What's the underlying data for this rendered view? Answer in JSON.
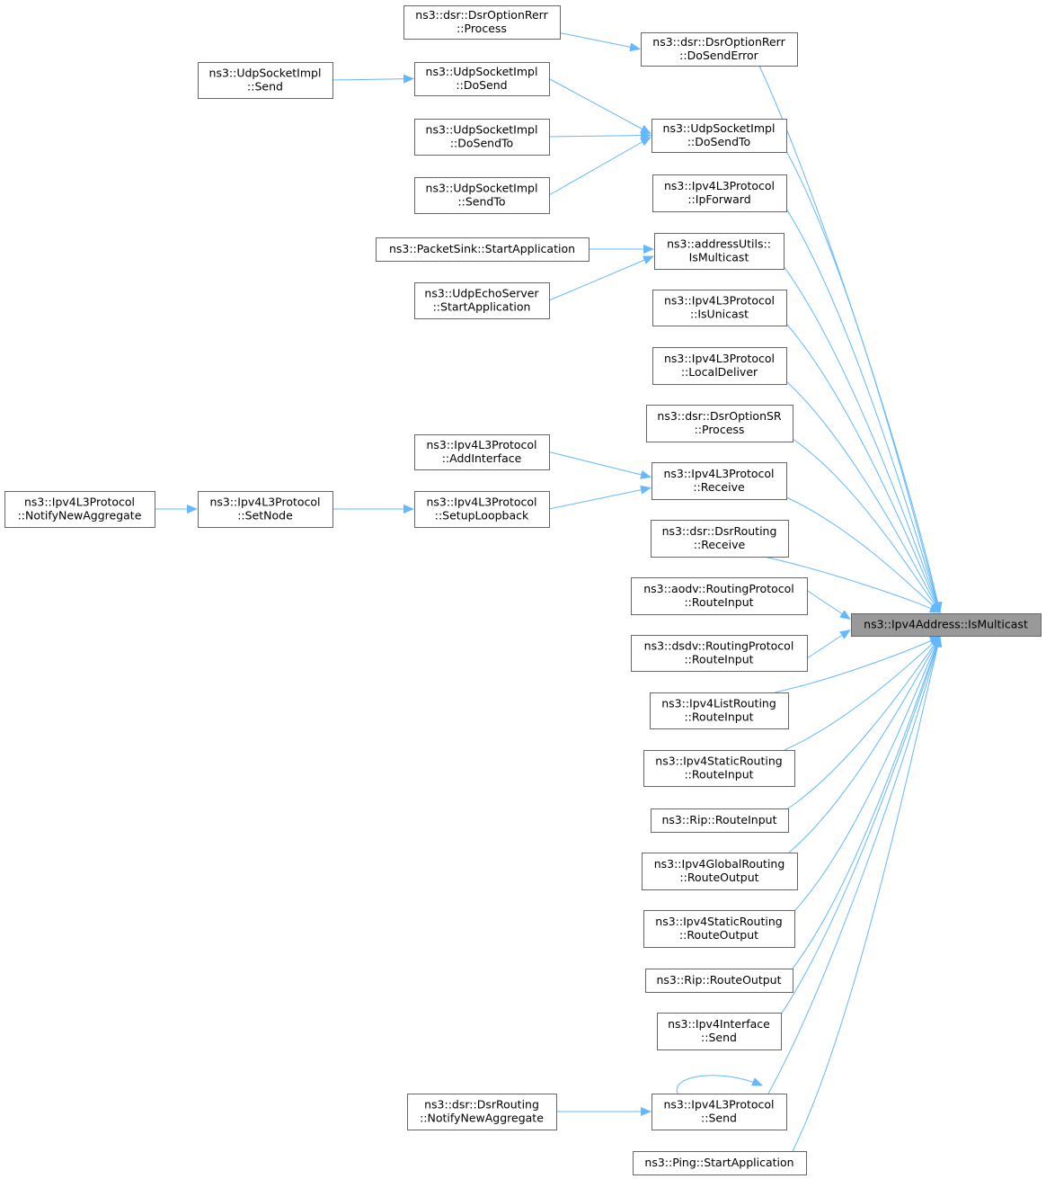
{
  "colors": {
    "edge": "#63b8ff",
    "node_border": "#666666",
    "target_fill": "#999999",
    "node_fill": "#ffffff"
  },
  "nodes": [
    {
      "id": "target",
      "lines": [
        "ns3::Ipv4Address::IsMulticast"
      ],
      "highlight": true
    },
    {
      "id": "rerr_dosenderror",
      "lines": [
        "ns3::dsr::DsrOptionRerr",
        "::DoSendError"
      ]
    },
    {
      "id": "rerr_process",
      "lines": [
        "ns3::dsr::DsrOptionRerr",
        "::Process"
      ]
    },
    {
      "id": "udp_dosendto",
      "lines": [
        "ns3::UdpSocketImpl",
        "::DoSendTo"
      ]
    },
    {
      "id": "udp_dosend",
      "lines": [
        "ns3::UdpSocketImpl",
        "::DoSend"
      ]
    },
    {
      "id": "udp_send",
      "lines": [
        "ns3::UdpSocketImpl",
        "::Send"
      ]
    },
    {
      "id": "udp_dosendto2",
      "lines": [
        "ns3::UdpSocketImpl",
        "::DoSendTo"
      ]
    },
    {
      "id": "udp_sendto",
      "lines": [
        "ns3::UdpSocketImpl",
        "::SendTo"
      ]
    },
    {
      "id": "ipv4l3_ipforward",
      "lines": [
        "ns3::Ipv4L3Protocol",
        "::IpForward"
      ]
    },
    {
      "id": "addrutils_ismulticast",
      "lines": [
        "ns3::addressUtils::",
        "IsMulticast"
      ]
    },
    {
      "id": "packetsink_start",
      "lines": [
        "ns3::PacketSink::StartApplication"
      ]
    },
    {
      "id": "udpecho_start",
      "lines": [
        "ns3::UdpEchoServer",
        "::StartApplication"
      ]
    },
    {
      "id": "ipv4l3_isunicast",
      "lines": [
        "ns3::Ipv4L3Protocol",
        "::IsUnicast"
      ]
    },
    {
      "id": "ipv4l3_localdeliver",
      "lines": [
        "ns3::Ipv4L3Protocol",
        "::LocalDeliver"
      ]
    },
    {
      "id": "dsrsr_process",
      "lines": [
        "ns3::dsr::DsrOptionSR",
        "::Process"
      ]
    },
    {
      "id": "ipv4l3_receive",
      "lines": [
        "ns3::Ipv4L3Protocol",
        "::Receive"
      ]
    },
    {
      "id": "ipv4l3_addinterface",
      "lines": [
        "ns3::Ipv4L3Protocol",
        "::AddInterface"
      ]
    },
    {
      "id": "ipv4l3_setuploopback",
      "lines": [
        "ns3::Ipv4L3Protocol",
        "::SetupLoopback"
      ]
    },
    {
      "id": "ipv4l3_setnode",
      "lines": [
        "ns3::Ipv4L3Protocol",
        "::SetNode"
      ]
    },
    {
      "id": "ipv4l3_notifynewagg",
      "lines": [
        "ns3::Ipv4L3Protocol",
        "::NotifyNewAggregate"
      ]
    },
    {
      "id": "dsrrouting_receive",
      "lines": [
        "ns3::dsr::DsrRouting",
        "::Receive"
      ]
    },
    {
      "id": "aodv_routeinput",
      "lines": [
        "ns3::aodv::RoutingProtocol",
        "::RouteInput"
      ]
    },
    {
      "id": "dsdv_routeinput",
      "lines": [
        "ns3::dsdv::RoutingProtocol",
        "::RouteInput"
      ]
    },
    {
      "id": "listrouting_routeinput",
      "lines": [
        "ns3::Ipv4ListRouting",
        "::RouteInput"
      ]
    },
    {
      "id": "staticrouting_routeinput",
      "lines": [
        "ns3::Ipv4StaticRouting",
        "::RouteInput"
      ]
    },
    {
      "id": "rip_routeinput",
      "lines": [
        "ns3::Rip::RouteInput"
      ]
    },
    {
      "id": "globalrouting_routeoutput",
      "lines": [
        "ns3::Ipv4GlobalRouting",
        "::RouteOutput"
      ]
    },
    {
      "id": "staticrouting_routeoutput",
      "lines": [
        "ns3::Ipv4StaticRouting",
        "::RouteOutput"
      ]
    },
    {
      "id": "rip_routeoutput",
      "lines": [
        "ns3::Rip::RouteOutput"
      ]
    },
    {
      "id": "ipv4interface_send",
      "lines": [
        "ns3::Ipv4Interface",
        "::Send"
      ]
    },
    {
      "id": "ipv4l3_send",
      "lines": [
        "ns3::Ipv4L3Protocol",
        "::Send"
      ]
    },
    {
      "id": "dsrrouting_notifynewagg",
      "lines": [
        "ns3::dsr::DsrRouting",
        "::NotifyNewAggregate"
      ]
    },
    {
      "id": "ping_start",
      "lines": [
        "ns3::Ping::StartApplication"
      ]
    }
  ]
}
